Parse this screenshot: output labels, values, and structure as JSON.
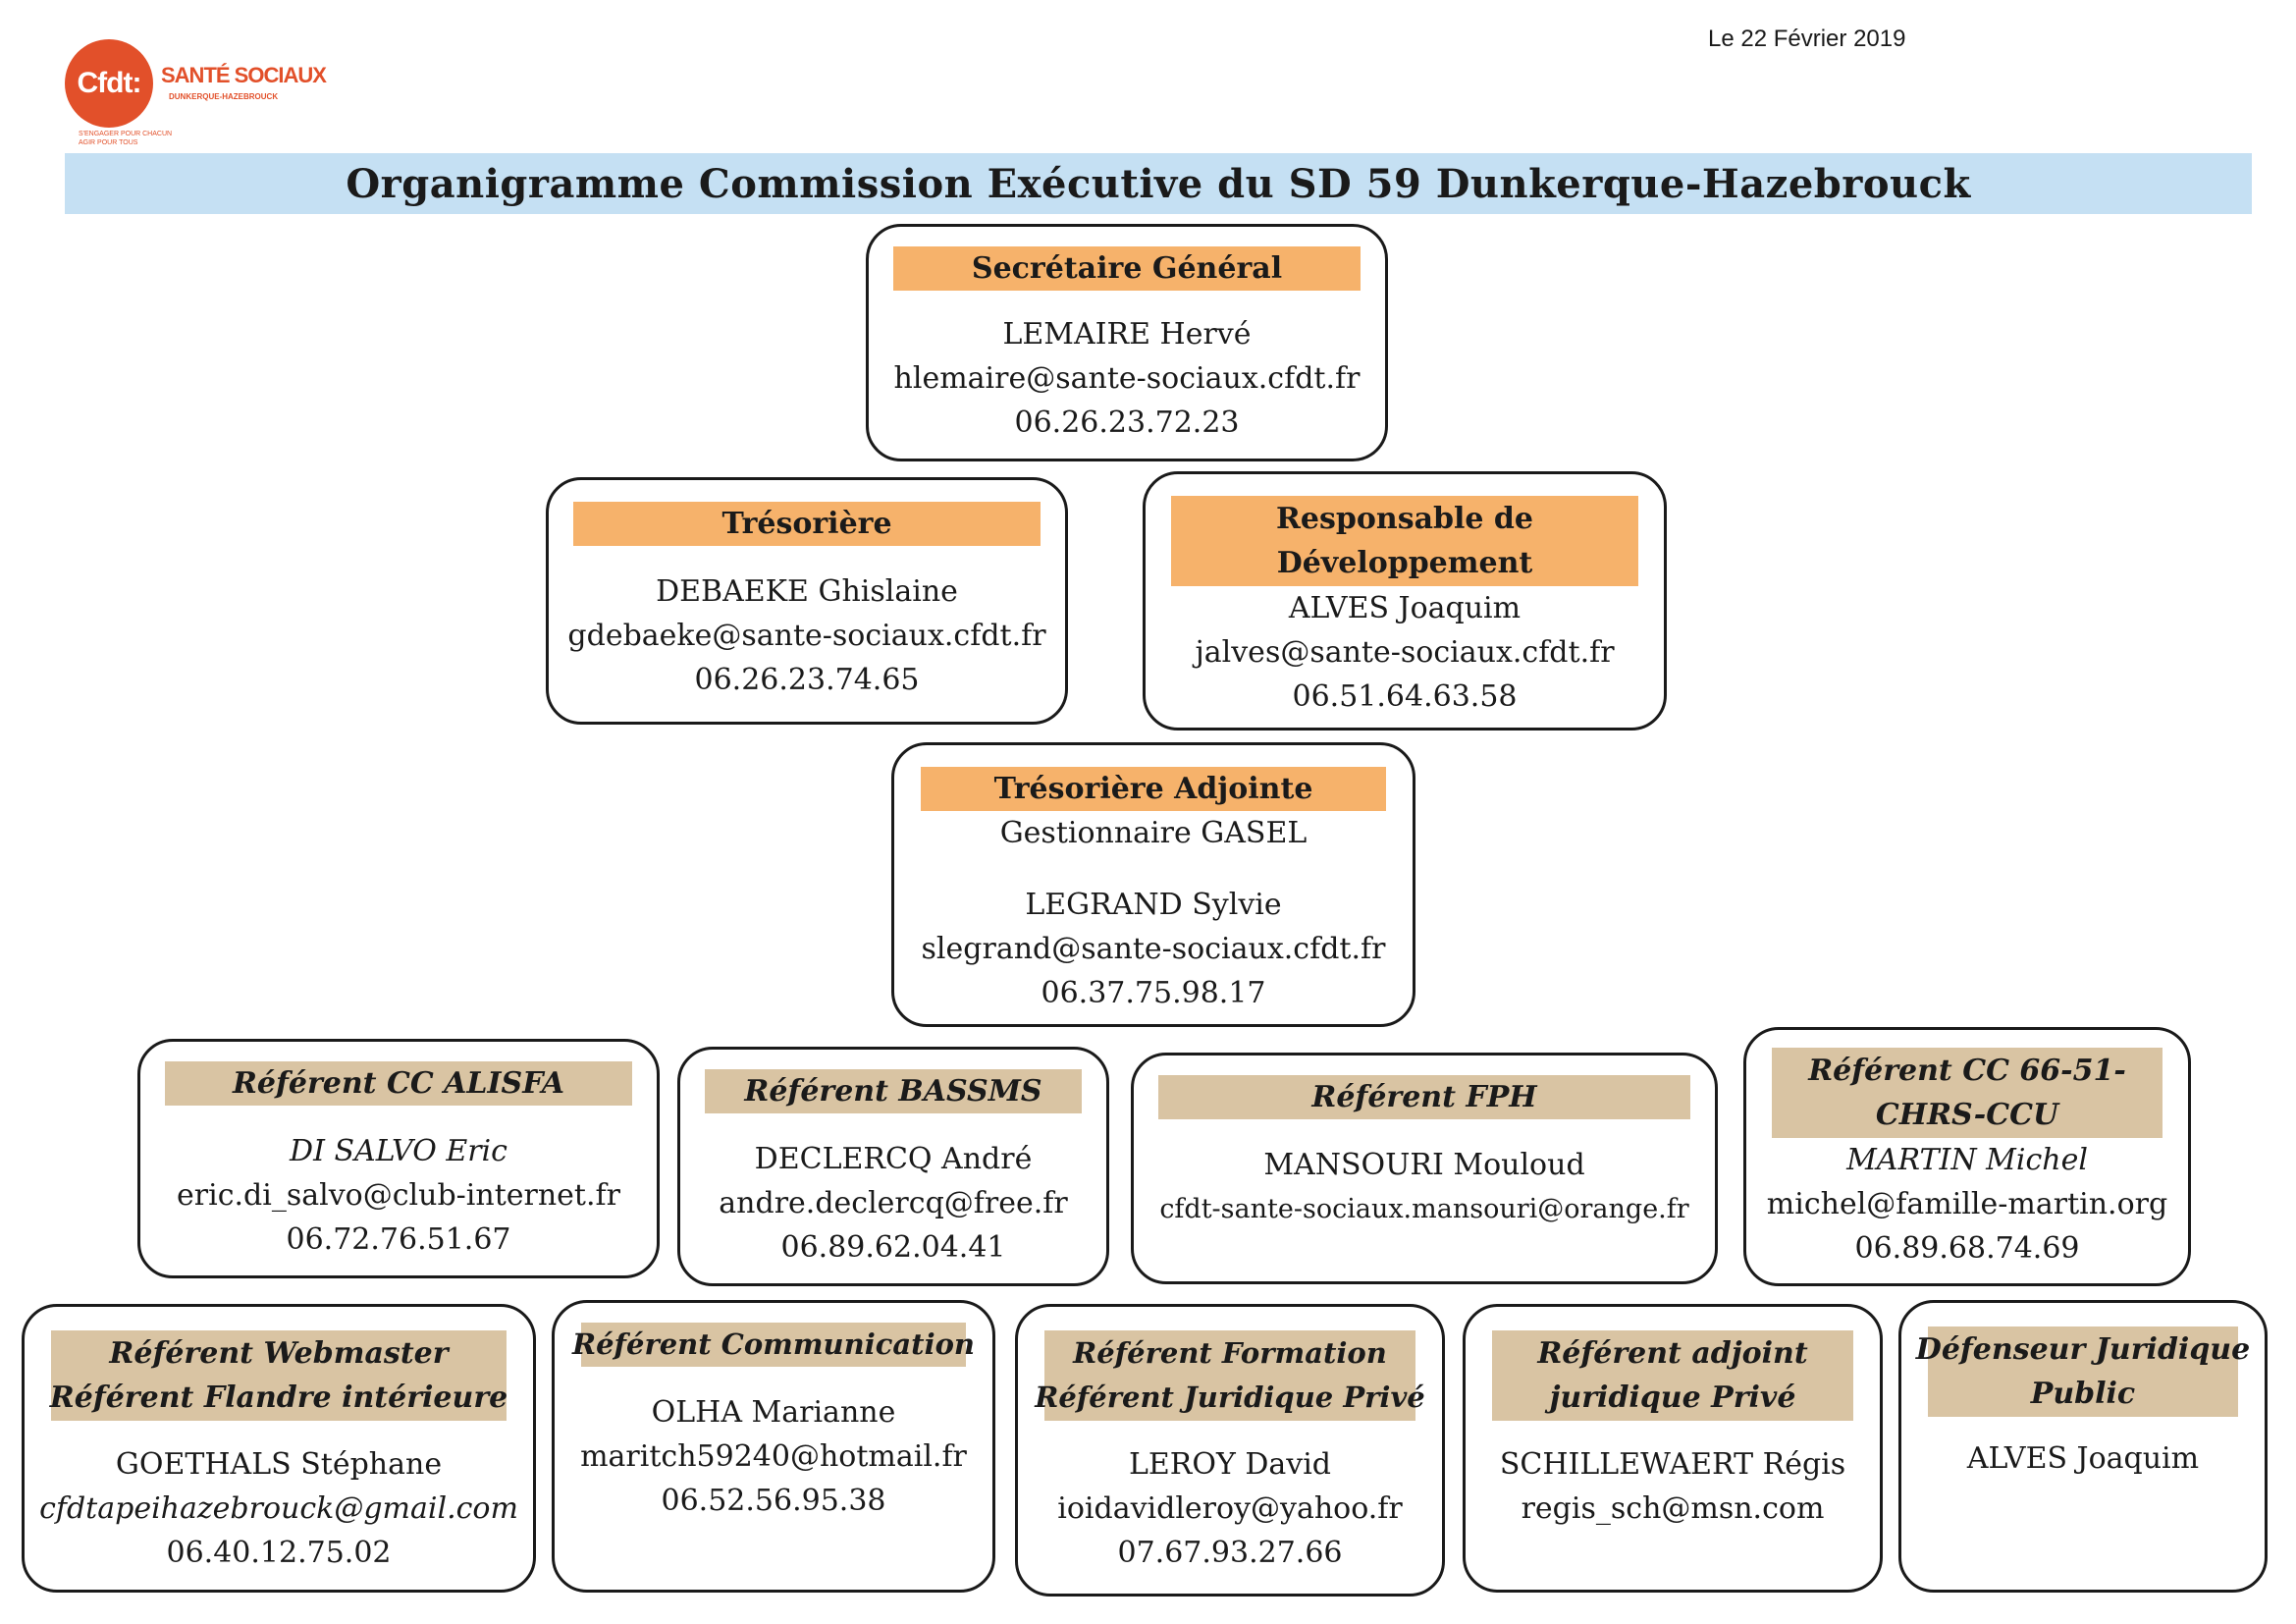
{
  "date": "Le 22 Février 2019",
  "logo": {
    "mark": "Cfdt:",
    "brand": "SANTÉ SOCIAUX",
    "sub": "DUNKERQUE-HAZEBROUCK",
    "tagline": "S'ENGAGER POUR CHACUN AGIR POUR TOUS"
  },
  "title": "Organigramme Commission Exécutive du SD 59 Dunkerque-Hazebrouck",
  "colors": {
    "role_orange": "#f6b26b",
    "role_tan": "#d9c4a3",
    "title_bar": "#c5e0f3",
    "brand": "#e2502a"
  },
  "cards": {
    "secretaire": {
      "role": "Secrétaire Général",
      "name": "LEMAIRE Hervé",
      "email": "hlemaire@sante-sociaux.cfdt.fr",
      "phone": "06.26.23.72.23"
    },
    "tresoriere": {
      "role": "Trésorière",
      "name": "DEBAEKE Ghislaine",
      "email": "gdebaeke@sante-sociaux.cfdt.fr",
      "phone": "06.26.23.74.65"
    },
    "developpement": {
      "role_line1": "Responsable de",
      "role_line2": "Développement",
      "name": "ALVES Joaquim",
      "email": "jalves@sante-sociaux.cfdt.fr",
      "phone": "06.51.64.63.58"
    },
    "tresoriere_adjointe": {
      "role": "Trésorière Adjointe",
      "subtitle": "Gestionnaire GASEL",
      "name": "LEGRAND Sylvie",
      "email": "slegrand@sante-sociaux.cfdt.fr",
      "phone": "06.37.75.98.17"
    },
    "alisfa": {
      "role": "Référent CC ALISFA",
      "name": "DI SALVO  Eric",
      "email": "eric.di_salvo@club-internet.fr",
      "phone": "06.72.76.51.67"
    },
    "bassms": {
      "role": "Référent BASSMS",
      "name": "DECLERCQ André",
      "email": "andre.declercq@free.fr",
      "phone": "06.89.62.04.41"
    },
    "fph": {
      "role": "Référent FPH",
      "name": "MANSOURI Mouloud",
      "email": "cfdt-sante-sociaux.mansouri@orange.fr"
    },
    "cc66": {
      "role_line1": "Référent CC 66-51-",
      "role_line2": "CHRS-CCU",
      "name": "MARTIN Michel",
      "email": "michel@famille-martin.org",
      "phone": "06.89.68.74.69"
    },
    "webmaster": {
      "role_line1": "Référent Webmaster",
      "role_line2": "Référent Flandre intérieure",
      "name": "GOETHALS Stéphane",
      "email": "cfdtapeihazebrouck@gmail.com",
      "phone": "06.40.12.75.02"
    },
    "communication": {
      "role": "Référent Communication",
      "name": "OLHA Marianne",
      "email": "maritch59240@hotmail.fr",
      "phone": "06.52.56.95.38"
    },
    "formation": {
      "role_line1": "Référent Formation",
      "role_line2": "Référent Juridique Privé",
      "name": "LEROY David",
      "email": "ioidavidleroy@yahoo.fr",
      "phone": "07.67.93.27.66"
    },
    "adjoint_juridique": {
      "role_line1": "Référent adjoint",
      "role_line2": "juridique Privé",
      "name": "SCHILLEWAERT Régis",
      "email": "regis_sch@msn.com"
    },
    "defenseur": {
      "role_line1": "Défenseur Juridique",
      "role_line2": "Public",
      "name": "ALVES Joaquim"
    }
  }
}
